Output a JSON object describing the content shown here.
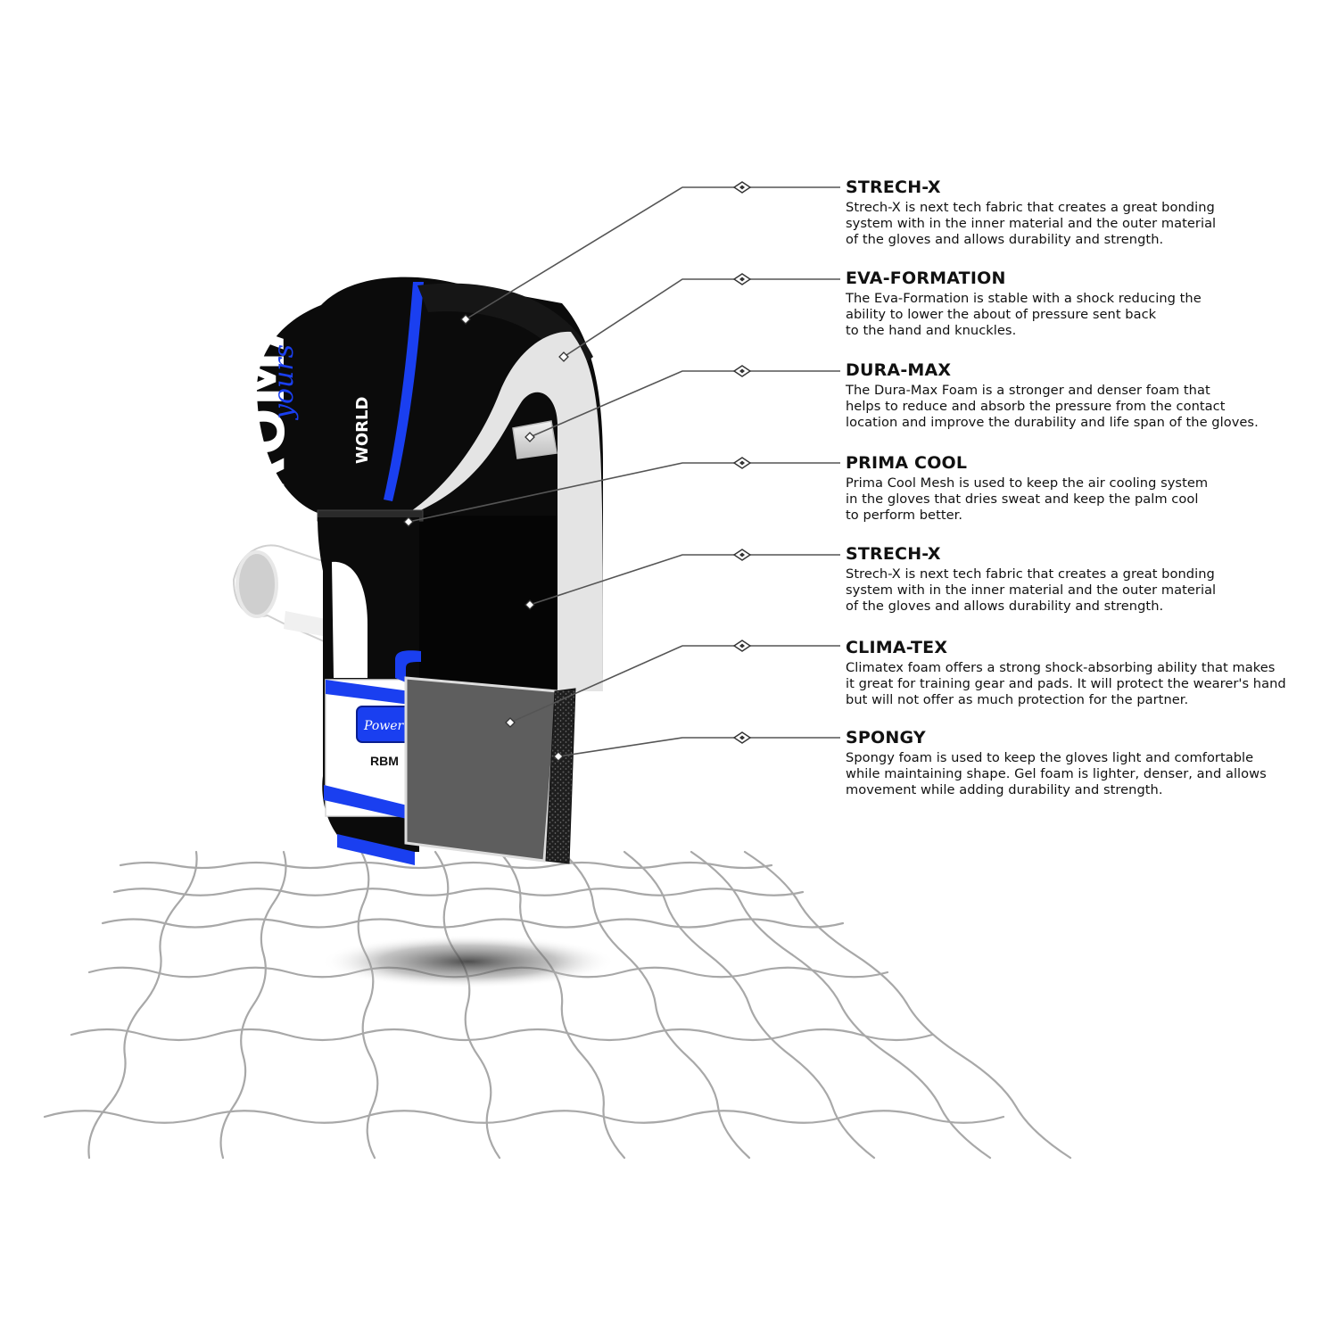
{
  "callouts": [
    {
      "title": "STRECH-X",
      "description": "Strech-X is next tech fabric that creates a great bonding\nsystem with in the inner material and the outer material\nof the gloves and allows durability and strength."
    },
    {
      "title": "EVA-FORMATION",
      "description": "The Eva-Formation is stable with a shock reducing the\nability to lower the about of pressure sent back\nto the hand and knuckles."
    },
    {
      "title": "DURA-MAX",
      "description": "The Dura-Max Foam is a stronger and denser foam that\nhelps to reduce and absorb the pressure from the contact\nlocation and improve the durability and life span of the gloves."
    },
    {
      "title": "PRIMA COOL",
      "description": "Prima Cool Mesh is used to keep the air cooling system\nin the gloves that dries sweat and keep the palm cool\nto perform better."
    },
    {
      "title": "STRECH-X",
      "description": "Strech-X is next tech fabric that creates a great bonding\nsystem with in the inner material and the outer material\nof the gloves and allows durability and strength."
    },
    {
      "title": "CLIMA-TEX",
      "description": "Climatex foam offers a strong shock-absorbing ability that makes\nit great for training gear and pads. It will protect the wearer's hand\nbut will not offer as much protection for the partner."
    },
    {
      "title": "SPONGY",
      "description": "Spongy foam is used to keep the gloves light and comfortable\nwhile maintaining shape. Gel foam is lighter, denser, and allows\nmovement while adding durability and strength."
    }
  ],
  "glove": {
    "brand_text": "ROMAIF",
    "script_text": "yours",
    "side_text": "WORLD",
    "patch_text": "Power",
    "model_text": "RBM"
  },
  "colors": {
    "accent": "#1a3ff0",
    "shell": "#0b0b0b",
    "foam_light": "#e4e4e4",
    "foam_gray": "#5e5e5e",
    "leader_line": "#555555",
    "net": "#a8a8a8"
  }
}
